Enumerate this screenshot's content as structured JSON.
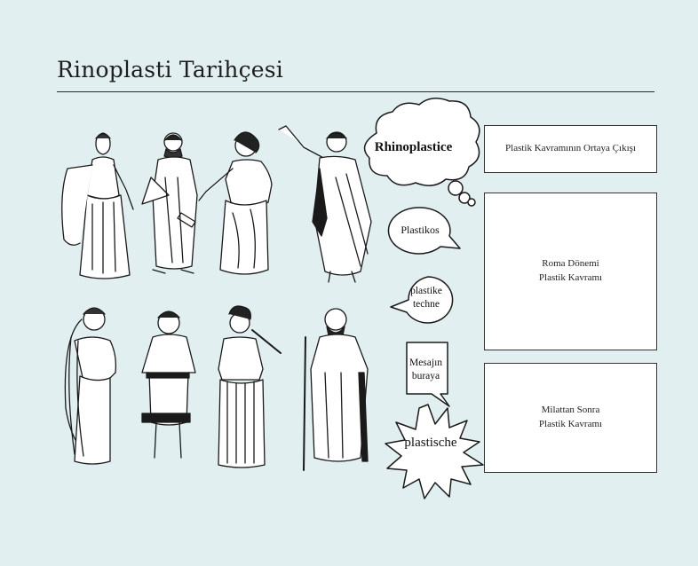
{
  "page": {
    "title": "Rinoplasti Tarihçesi"
  },
  "bubbles": {
    "cloud": "Rhinoplastice",
    "oval": "Plastikos",
    "small_oval_line1": "plastike",
    "small_oval_line2": "techne",
    "rect_line1": "Mesajın",
    "rect_line2": "buraya",
    "burst": "plastische"
  },
  "boxes": [
    {
      "lines": [
        "Plastik Kavramının Ortaya Çıkışı"
      ]
    },
    {
      "lines": [
        "Roma Dönemi",
        "Plastik Kavramı"
      ]
    },
    {
      "lines": [
        "Milattan Sonra",
        "Plastik Kavramı"
      ]
    }
  ],
  "figures": [
    {
      "icon": "greek-woman-icon"
    },
    {
      "icon": "greek-man-scroll-icon"
    },
    {
      "icon": "greek-woman-draped-icon"
    },
    {
      "icon": "greek-orator-icon"
    },
    {
      "icon": "greek-woman-veil-icon"
    },
    {
      "icon": "greek-young-man-icon"
    },
    {
      "icon": "greek-woman-flute-icon"
    },
    {
      "icon": "greek-elder-staff-icon"
    }
  ]
}
